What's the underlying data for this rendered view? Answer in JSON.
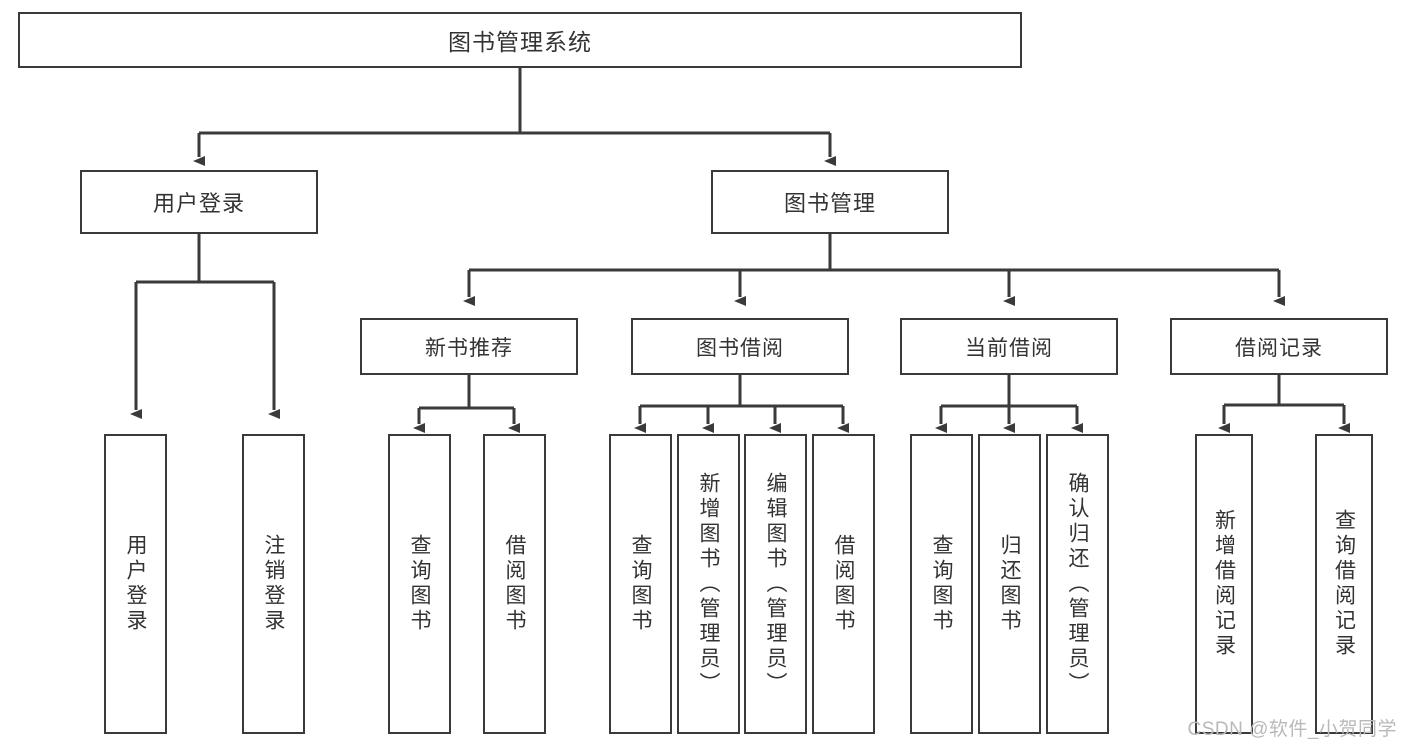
{
  "diagram": {
    "title": "图书管理系统",
    "root": {
      "label": "图书管理系统"
    },
    "level2": [
      {
        "label": "用户登录"
      },
      {
        "label": "图书管理"
      }
    ],
    "level3": [
      {
        "label": "新书推荐"
      },
      {
        "label": "图书借阅"
      },
      {
        "label": "当前借阅"
      },
      {
        "label": "借阅记录"
      }
    ],
    "leaves": {
      "user_login": [
        {
          "label": "用户登录"
        },
        {
          "label": "注销登录"
        }
      ],
      "new_book_recommend": [
        {
          "label": "查询图书"
        },
        {
          "label": "借阅图书"
        }
      ],
      "book_borrow": [
        {
          "label": "查询图书"
        },
        {
          "label": "新增图书（管理员）"
        },
        {
          "label": "编辑图书（管理员）"
        },
        {
          "label": "借阅图书"
        }
      ],
      "current_borrow": [
        {
          "label": "查询图书"
        },
        {
          "label": "归还图书"
        },
        {
          "label": "确认归还（管理员）"
        }
      ],
      "borrow_record": [
        {
          "label": "新增借阅记录"
        },
        {
          "label": "查询借阅记录"
        }
      ]
    }
  },
  "watermark": {
    "text": "CSDN @软件_小贺同学"
  },
  "colors": {
    "border": "#3a3a3a",
    "text": "#333333",
    "background": "#ffffff",
    "watermark": "#b9b9b9"
  }
}
